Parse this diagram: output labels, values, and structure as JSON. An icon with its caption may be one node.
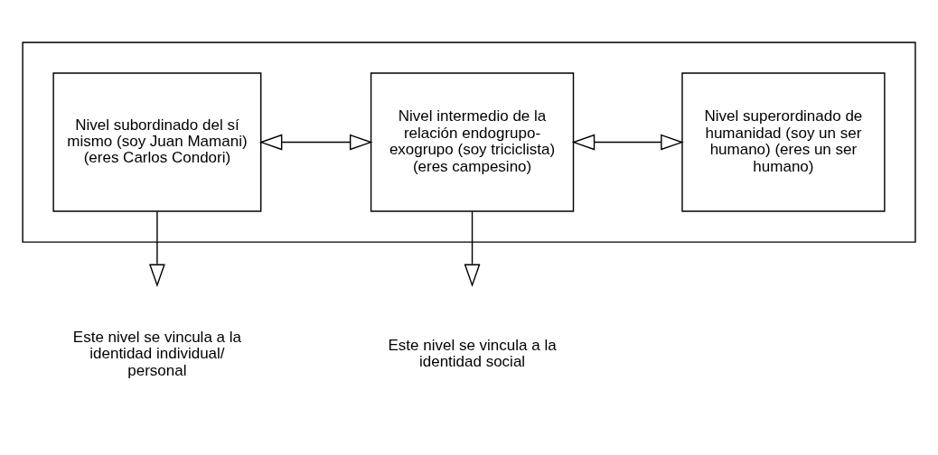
{
  "diagram": {
    "nodes": [
      {
        "text": [],
        "shape": "box"
      },
      {
        "text": [
          "Nivel subordinado del sí mismo (soy Juan Mamani) (eres Carlos Condori)"
        ],
        "in": 0
      },
      {
        "text": [
          "Nivel intermedio de la relación endogrupo-exogrupo (soy triciclista) (eres campesino)"
        ],
        "in": 0
      },
      {
        "text": [
          "Nivel superordinado de humanidad (soy un ser humano) (eres un ser humano)"
        ],
        "in": 0
      },
      {
        "text": [
          "Este nivel se vincula a la identidad individual/ personal"
        ]
      },
      {
        "text": [
          "Este nivel se vincula a la identidad social"
        ]
      }
    ],
    "edges": [
      {
        "from": 1,
        "to": 2,
        "arrow": "both"
      },
      {
        "from": 2,
        "to": 3,
        "arrow": "both"
      },
      {
        "from": 1,
        "to": 4,
        "arrow": "to"
      },
      {
        "from": 2,
        "to": 5,
        "arrow": "to"
      }
    ]
  }
}
